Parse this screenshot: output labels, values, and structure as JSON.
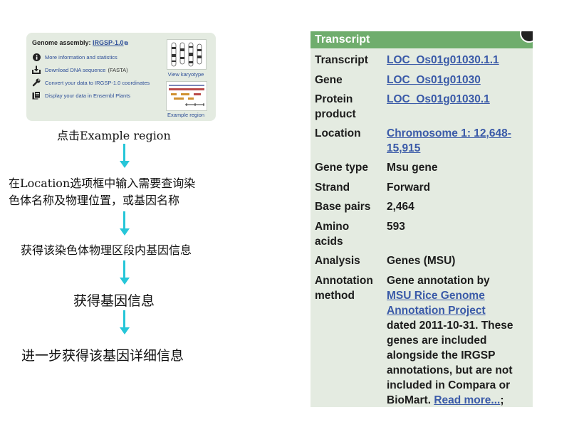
{
  "genome_panel": {
    "title_prefix": "Genome assembly: ",
    "assembly": "IRGSP-1.0",
    "links": [
      {
        "icon": "info-icon",
        "label": "More information and statistics",
        "suffix": ""
      },
      {
        "icon": "download-icon",
        "label": "Download DNA sequence",
        "suffix": "(FASTA)"
      },
      {
        "icon": "wrench-icon",
        "label": "Convert your data to IRGSP-1.0 coordinates",
        "suffix": ""
      },
      {
        "icon": "upload-data-icon",
        "label": "Display your data in Ensembl Plants",
        "suffix": ""
      }
    ],
    "karyotype_label": "View karyotype",
    "example_label": "Example region"
  },
  "flow": {
    "step1": "点击Example region",
    "step2_line1": "在Location选项框中输入需要查询染",
    "step2_line2": "色体名称及物理位置，或基因名称",
    "step3": "获得该染色体物理区段内基因信息",
    "step4": "获得基因信息",
    "step5": "进一步获得该基因详细信息",
    "arrow_color": "#26c6d8"
  },
  "transcript": {
    "header": "Transcript",
    "header_color": "#6fad6d",
    "rows": [
      {
        "label": "Transcript",
        "value": "LOC_Os01g01030.1.1"
      },
      {
        "label": "Gene",
        "value": "LOC_Os01g01030"
      },
      {
        "label_line1": "Protein",
        "label_line2": "product",
        "value": "LOC_Os01g01030.1"
      },
      {
        "label": "Location",
        "value_line1": "Chromosome 1: 12,648-",
        "value_line2": "15,915"
      },
      {
        "label": "Gene type",
        "value": "Msu gene"
      },
      {
        "label": "Strand",
        "value": "Forward"
      },
      {
        "label": "Base pairs",
        "value": "2,464"
      },
      {
        "label_line1": "Amino",
        "label_line2": "acids",
        "value": "593"
      },
      {
        "label": "Analysis",
        "value": "Genes (MSU)"
      },
      {
        "label_line1": "Annotation",
        "label_line2": "method",
        "value_line1": "Gene annotation by",
        "value_link1": "MSU Rice Genome",
        "value_link2": "Annotation Project",
        "value_line4": "dated 2011-10-31. These",
        "value_line5": "genes are included",
        "value_line6": "alongside the IRGSP",
        "value_line7": "annotations, but are not",
        "value_line8": "included in Compara or",
        "value_line9_text": "BioMart. ",
        "value_line9_link": "Read more...",
        "value_line9_tail": ";"
      }
    ]
  }
}
